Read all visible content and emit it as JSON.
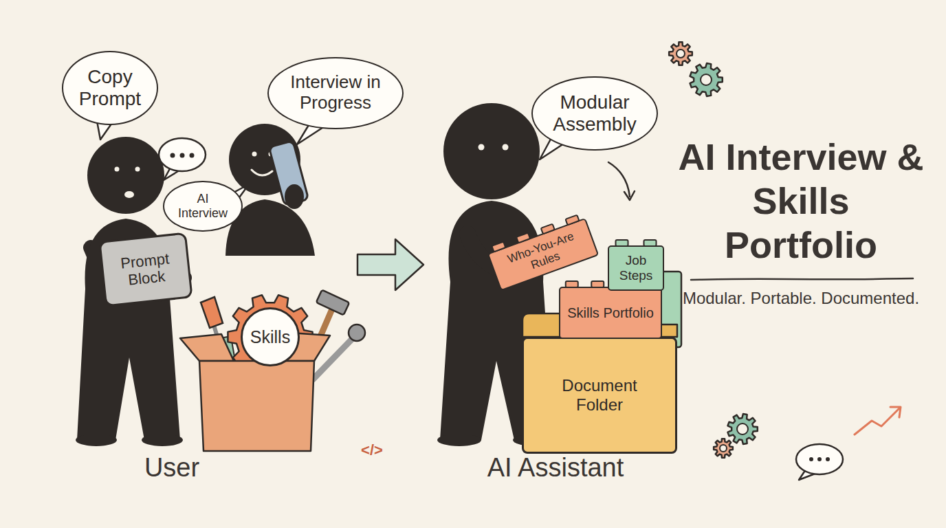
{
  "diagram": {
    "title": "AI Interview & Skills Portfolio",
    "caption": "Modular. Portable. Documented.",
    "nodes": [
      {
        "text": [
          "Copy Prompt"
        ]
      },
      {
        "text": [
          "Interview in Progress"
        ]
      },
      {
        "text": [
          "AI Interview"
        ]
      },
      {
        "text": [
          "Prompt Block"
        ]
      },
      {
        "text": [
          "Skills"
        ]
      },
      {
        "text": [
          "Modular Assembly"
        ]
      },
      {
        "text": [
          "Who-You-Are Rules"
        ]
      },
      {
        "text": [
          "Job Steps"
        ]
      },
      {
        "text": [
          "Skills Portfolio"
        ]
      },
      {
        "text": [
          "Document Folder"
        ]
      }
    ],
    "labels": [
      "User",
      "AI Assistant",
      "</>"
    ]
  }
}
